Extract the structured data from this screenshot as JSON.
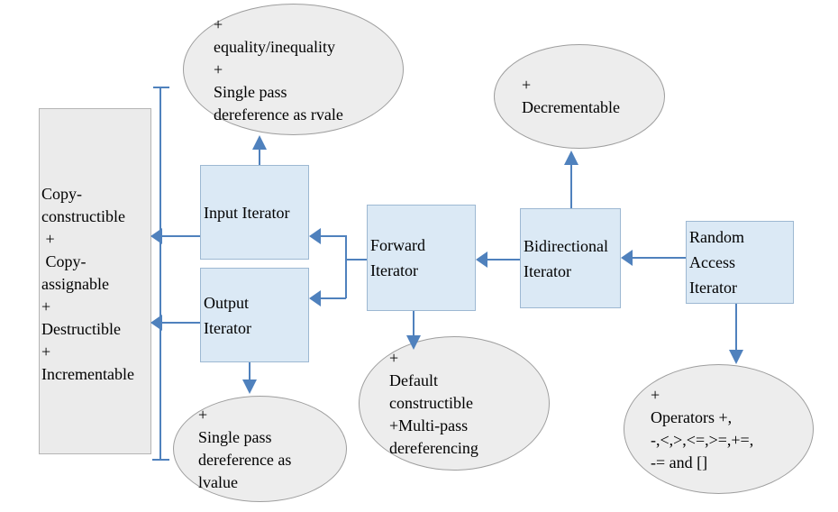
{
  "colors": {
    "box_fill": "#dbe9f5",
    "box_border": "#9db8d2",
    "arrow": "#4f81bd",
    "ellipse_fill": "#ededed",
    "ellipse_border": "#9e9e9e",
    "panel_fill": "#ebebeb",
    "panel_border": "#b5b5b5",
    "text": "#000000",
    "background": "#ffffff"
  },
  "diagram": {
    "base_requirements": {
      "text": "Copy-\nconstructible\n +\n Copy-\nassignable\n+\nDestructible\n+\nIncrementable"
    },
    "boxes": {
      "input": {
        "label": "Input Iterator"
      },
      "output": {
        "label": "Output\nIterator"
      },
      "forward": {
        "label": "Forward\nIterator"
      },
      "bidirectional": {
        "label": "Bidirectional\nIterator"
      },
      "random_access": {
        "label": "Random\nAccess\nIterator"
      }
    },
    "ellipses": {
      "input_requirements": {
        "text": "+\nequality/inequality\n+\nSingle pass\ndereference as rvale"
      },
      "bidirectional_requirements": {
        "text": "+\nDecrementable"
      },
      "output_requirements": {
        "text": "+\nSingle pass\ndereference as\nlvalue"
      },
      "forward_requirements": {
        "text": "+\nDefault\nconstructible\n+Multi-pass\ndereferencing"
      },
      "random_access_requirements": {
        "text": "+\nOperators +,\n-,<,>,<=,>=,+=,\n-= and []"
      }
    }
  }
}
